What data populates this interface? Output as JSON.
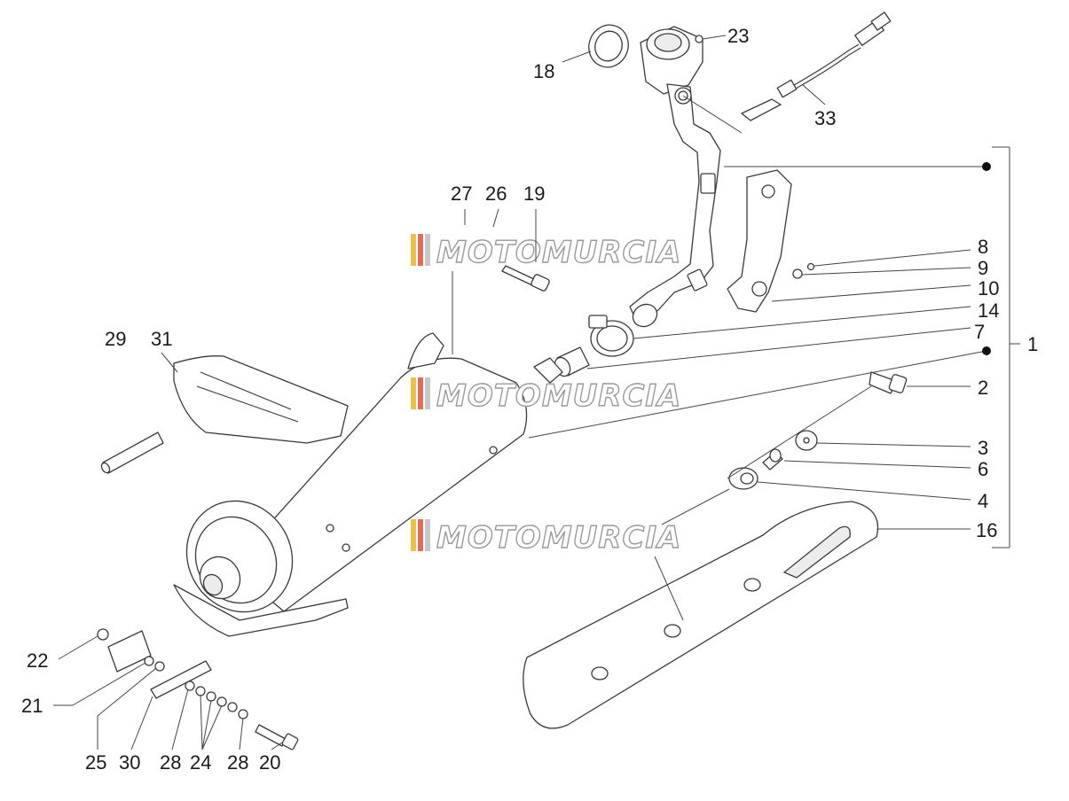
{
  "watermark": {
    "text": "MOTOMURCIA",
    "stripe_colors": [
      "#e8c24a",
      "#e36b5a",
      "#c8c8c8"
    ]
  },
  "callouts": [
    {
      "id": "c18",
      "label": "18"
    },
    {
      "id": "c23",
      "label": "23"
    },
    {
      "id": "c33",
      "label": "33"
    },
    {
      "id": "c27",
      "label": "27"
    },
    {
      "id": "c26",
      "label": "26"
    },
    {
      "id": "c19",
      "label": "19"
    },
    {
      "id": "c8",
      "label": "8"
    },
    {
      "id": "c9",
      "label": "9"
    },
    {
      "id": "c10",
      "label": "10"
    },
    {
      "id": "c14",
      "label": "14"
    },
    {
      "id": "c7",
      "label": "7"
    },
    {
      "id": "c1",
      "label": "1"
    },
    {
      "id": "c2",
      "label": "2"
    },
    {
      "id": "c3",
      "label": "3"
    },
    {
      "id": "c6",
      "label": "6"
    },
    {
      "id": "c4",
      "label": "4"
    },
    {
      "id": "c16",
      "label": "16"
    },
    {
      "id": "c29",
      "label": "29"
    },
    {
      "id": "c31",
      "label": "31"
    },
    {
      "id": "c22",
      "label": "22"
    },
    {
      "id": "c21",
      "label": "21"
    },
    {
      "id": "c25",
      "label": "25"
    },
    {
      "id": "c30",
      "label": "30"
    },
    {
      "id": "c28a",
      "label": "28"
    },
    {
      "id": "c24",
      "label": "24"
    },
    {
      "id": "c28b",
      "label": "28"
    },
    {
      "id": "c20",
      "label": "20"
    }
  ]
}
